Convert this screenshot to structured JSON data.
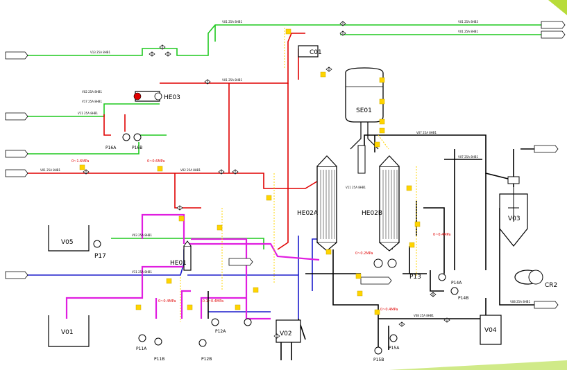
{
  "equipment": {
    "hex3": "HE03",
    "sep1": "SE01",
    "hex2a": "HE02A",
    "hex2b": "HE02B",
    "hex1": "HE01",
    "v05": "V05",
    "v01": "V01",
    "v02": "V02",
    "v03": "V03",
    "v04": "V04",
    "c01": "C01",
    "cr2": "CR2",
    "p17": "P17",
    "p13": "P13",
    "p14a": "P14A",
    "p14b": "P14B",
    "p12a": "P12A",
    "p12b": "P12B",
    "p15a": "P15A",
    "p15b": "P15B",
    "p11a": "P11A",
    "p11b": "P11B",
    "p16a": "P16A",
    "p16b": "P16B"
  },
  "pressure_notes": {
    "n1": "0~1.6MPa",
    "n2": "0~0.6MPa",
    "n3": "0~0.2MPa",
    "n4": "0~0.4MPa",
    "n5": "0~0.4MPa",
    "n6": "-0.1~0.4MPa",
    "n7": "0~0.4MPa"
  },
  "pipe_labels": {
    "l1": "V01 25A 8HB1",
    "l2": "V01 25A 8HB3",
    "l3": "V01 25A 8HB1",
    "l4": "V01 25A 8HB1",
    "l5": "V02 25A 8HB1",
    "l6": "V13 25A 8HB1",
    "l7": "V11 25A 8HB1",
    "l8": "V02 25A 8HB1",
    "l9": "V03 25A 8HB1",
    "l10": "V17 25A 8HB1",
    "l11": "V01 25A 8HB1",
    "l12": "V11 25A 8HB1",
    "l13": "V07 25A 8HB1",
    "l14": "V07 25A 8HB1",
    "l15": "V08 25A 8HB1",
    "l16": "V11 25A 8HB1",
    "l17": "V08 25A 8HB1"
  },
  "colors": {
    "steam": "#e00000",
    "water": "#1ec81e",
    "cooling": "#1a1acc",
    "product": "#e01ee0",
    "process": "#000000",
    "instrument": "#ffd400"
  }
}
